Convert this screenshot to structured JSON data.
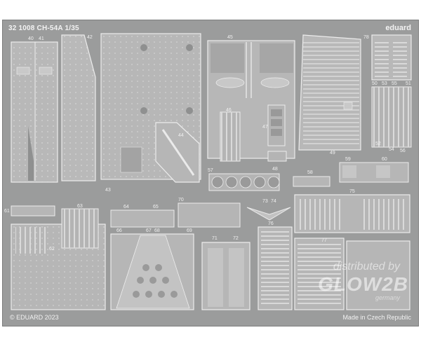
{
  "fret": {
    "header": "32 1008 CH-54A 1/35",
    "brand": "eduard",
    "copyright": "© EDUARD 2023",
    "origin": "Made in Czech Republic"
  },
  "watermark": {
    "line1": "distributed by",
    "logo": "GLOW2B",
    "line3": "germany"
  },
  "part_numbers": [
    "40",
    "41",
    "42",
    "43",
    "44",
    "45",
    "46",
    "47",
    "48",
    "49",
    "50",
    "51",
    "52",
    "53",
    "54",
    "55",
    "56",
    "57",
    "58",
    "59",
    "60",
    "61",
    "62",
    "63",
    "64",
    "65",
    "66",
    "67",
    "68",
    "69",
    "70",
    "71",
    "72",
    "73",
    "74",
    "75",
    "76",
    "77",
    "78"
  ],
  "colors": {
    "plate": "#9b9c9c",
    "part_face": "#b9b9b9",
    "part_edge": "#e6e6e6",
    "text": "#f2f2f2"
  }
}
